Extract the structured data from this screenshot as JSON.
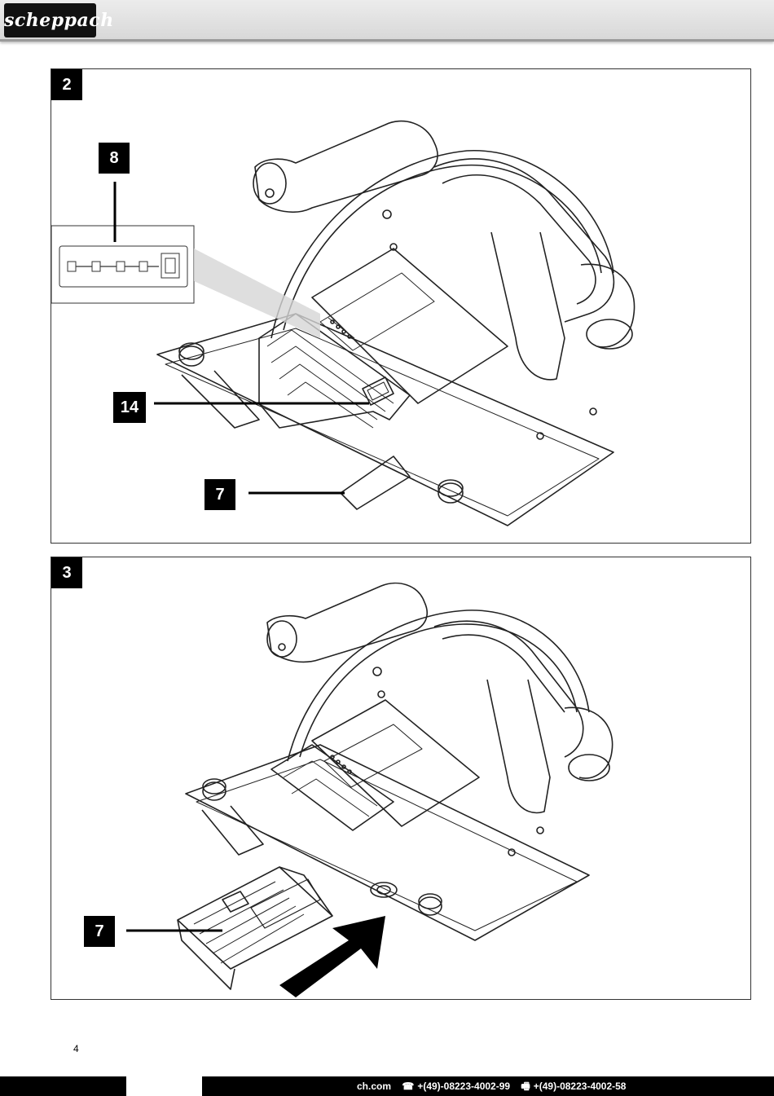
{
  "header": {
    "brand": "scheppach"
  },
  "figures": [
    {
      "number": "2",
      "callouts": [
        "8",
        "14",
        "7"
      ]
    },
    {
      "number": "3",
      "callouts": [
        "7"
      ]
    }
  ],
  "page_number": "4",
  "footer": {
    "website": "ch.com",
    "phone": "+(49)-08223-4002-99",
    "fax": "+(49)-08223-4002-58"
  },
  "icons": [
    "phone-icon",
    "fax-icon",
    "led-indicator-icon",
    "insert-arrow-icon"
  ]
}
